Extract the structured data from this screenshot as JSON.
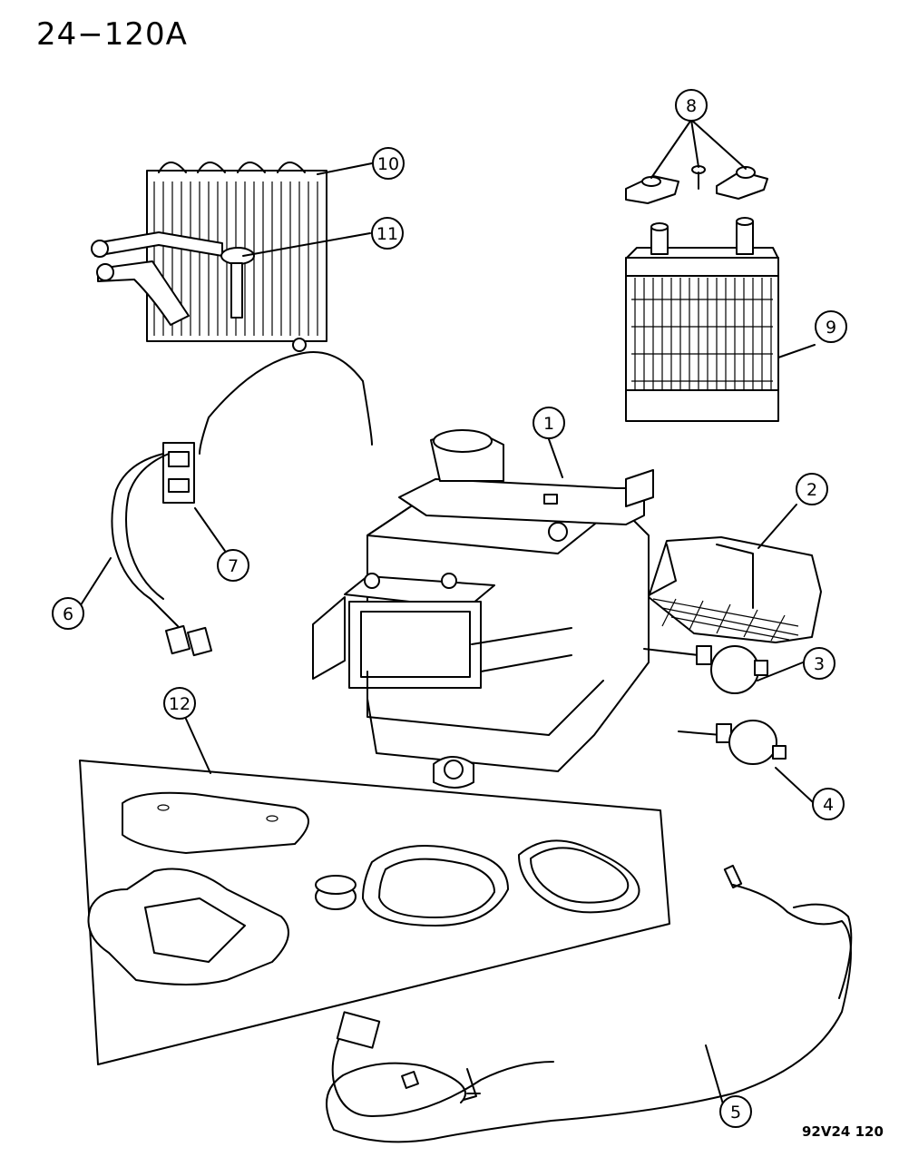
{
  "diagram": {
    "title": "24−120A",
    "reference_code": "92V24 120",
    "callouts": [
      {
        "number": "1"
      },
      {
        "number": "2"
      },
      {
        "number": "3"
      },
      {
        "number": "4"
      },
      {
        "number": "5"
      },
      {
        "number": "6"
      },
      {
        "number": "7"
      },
      {
        "number": "8"
      },
      {
        "number": "9"
      },
      {
        "number": "10"
      },
      {
        "number": "11"
      },
      {
        "number": "12"
      }
    ]
  }
}
